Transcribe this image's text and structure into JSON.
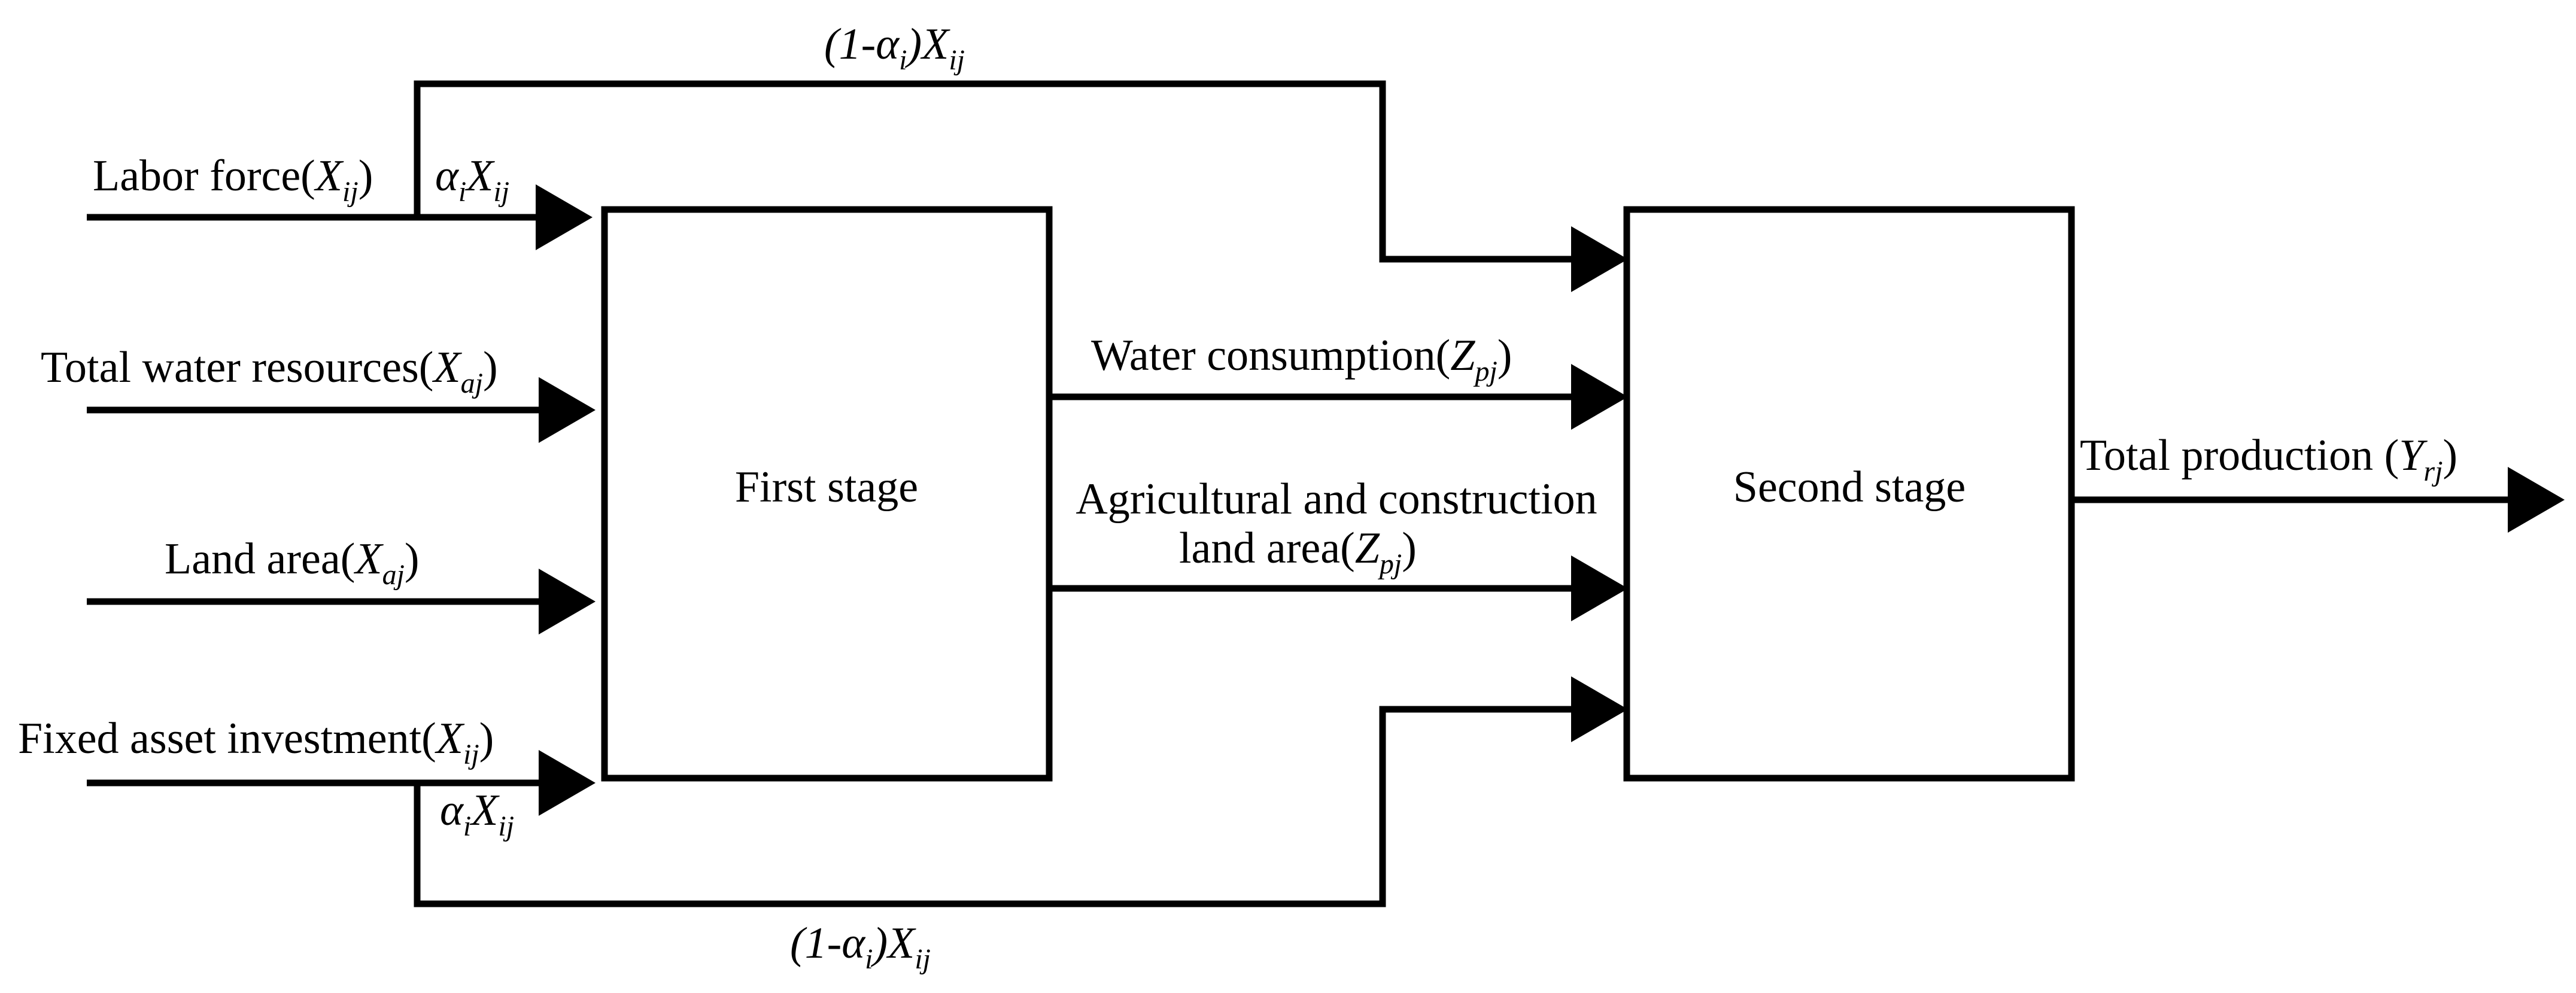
{
  "stages": {
    "first": "First stage",
    "second": "Second stage"
  },
  "inputs": {
    "labor": {
      "name": "Labor force(",
      "var": "X",
      "sub": "ij",
      "close": ")"
    },
    "water": {
      "name": "Total water resources(",
      "var": "X",
      "sub": "aj",
      "close": ")"
    },
    "land": {
      "name": "Land area(",
      "var": "X",
      "sub": "aj",
      "close": ")"
    },
    "fixed": {
      "name": "Fixed asset investment(",
      "var": "X",
      "sub": "ij",
      "close": ")"
    }
  },
  "intermediates": {
    "water_consumption": {
      "name": "Water consumption(",
      "var": "Z",
      "sub": "pj",
      "close": ")"
    },
    "land_line1": "Agricultural and construction",
    "land_line2": {
      "name": "land area(",
      "var": "Z",
      "sub": "pj",
      "close": ")"
    }
  },
  "output": {
    "name": "Total production (",
    "var": "Y",
    "sub": "rj",
    "close": ")"
  },
  "splits": {
    "alpha": "α",
    "alpha_sub": "i",
    "x": "X",
    "x_sub": "ij",
    "bypass_prefix": "(1-",
    "bypass_mid": ")",
    "bypass_x": "X",
    "bypass_sub": "ij"
  }
}
